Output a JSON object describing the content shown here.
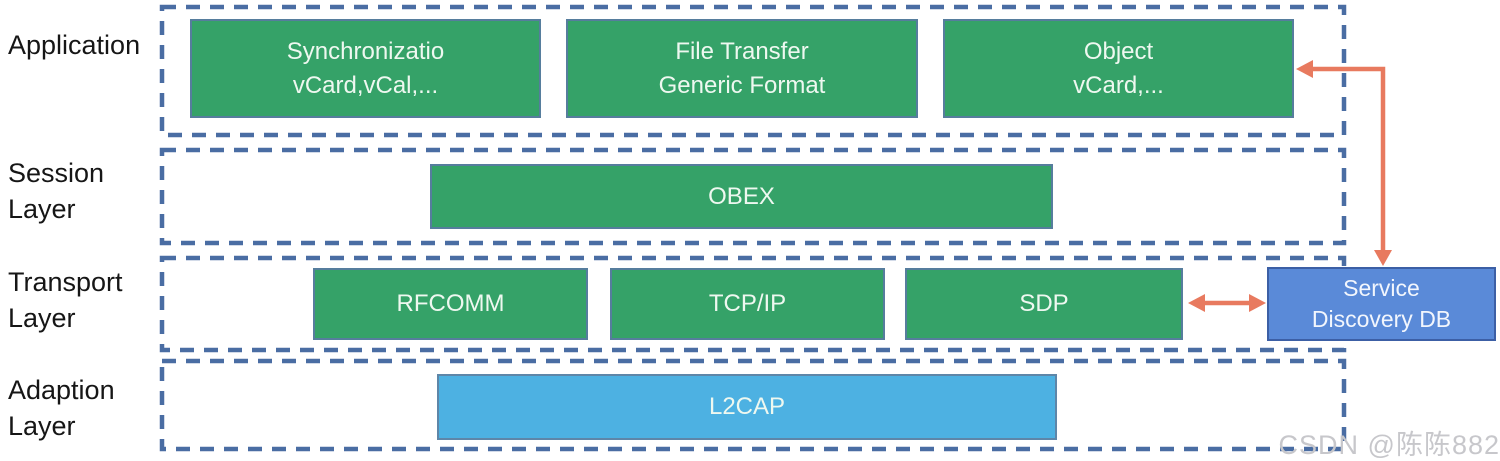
{
  "watermark": "CSDN @陈陈882",
  "colors": {
    "green_box": "#35a268",
    "lightblue_box": "#4db1e2",
    "blue_box": "#5a8ad8",
    "dashed_border": "#4a6da3",
    "arrow": "#e87a5f",
    "watermark_gray": "#c7c7cb",
    "label_text": "#161616"
  },
  "layers": [
    {
      "label": "Application",
      "boxes": [
        {
          "lines": [
            "Synchronizatio",
            "vCard,vCal,..."
          ]
        },
        {
          "lines": [
            "File Transfer",
            "Generic Format"
          ]
        },
        {
          "lines": [
            "Object",
            "vCard,..."
          ]
        }
      ]
    },
    {
      "label": "Session\nLayer",
      "boxes": [
        {
          "lines": [
            "OBEX"
          ]
        }
      ]
    },
    {
      "label": "Transport\nLayer",
      "boxes": [
        {
          "lines": [
            "RFCOMM"
          ]
        },
        {
          "lines": [
            "TCP/IP"
          ]
        },
        {
          "lines": [
            "SDP"
          ]
        }
      ]
    },
    {
      "label": "Adaption\nLayer",
      "boxes": [
        {
          "lines": [
            "L2CAP"
          ]
        }
      ]
    }
  ],
  "service_db": {
    "lines": [
      "Service",
      "Discovery DB"
    ]
  },
  "arrows": [
    {
      "name": "servicedb-to-object",
      "type": "elbow",
      "from": "Service Discovery DB",
      "to": "Object box"
    },
    {
      "name": "sdp-servicedb",
      "type": "double-headed",
      "from": "SDP",
      "to": "Service Discovery DB"
    }
  ]
}
